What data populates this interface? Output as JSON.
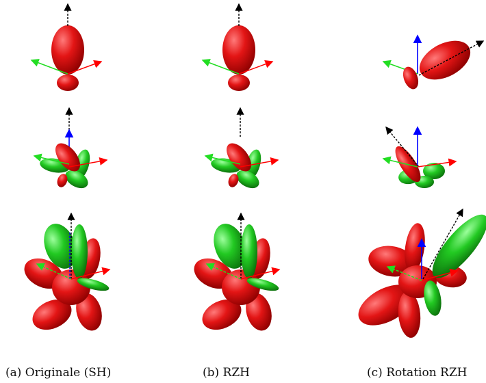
{
  "figure": {
    "captions": [
      "(a) Originale (SH)",
      "(b) RZH",
      "(c) Rotation RZH"
    ],
    "colors": {
      "lobe_red": "#e01010",
      "lobe_green": "#22cc22",
      "axis_red": "#ff0000",
      "axis_green": "#22dd22",
      "axis_blue": "#0000ff",
      "dashed_axis": "#000000"
    }
  }
}
